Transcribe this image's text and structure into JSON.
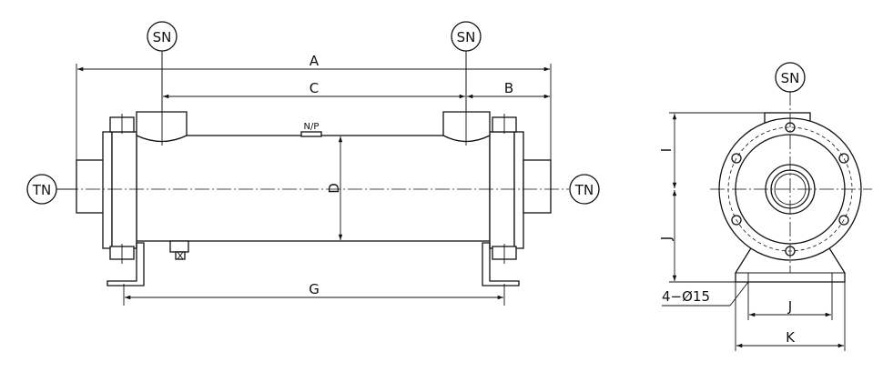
{
  "labels": {
    "sn_left": "SN",
    "sn_right": "SN",
    "sn_side": "SN",
    "tn_left": "TN",
    "tn_right": "TN",
    "nameplate": "N/P"
  },
  "dimensions": {
    "A": "A",
    "B": "B",
    "C": "C",
    "D": "D",
    "G": "G",
    "I": "I",
    "J_vertical": "J",
    "J_horizontal": "J",
    "K": "K",
    "holes": "4−Ø15"
  }
}
